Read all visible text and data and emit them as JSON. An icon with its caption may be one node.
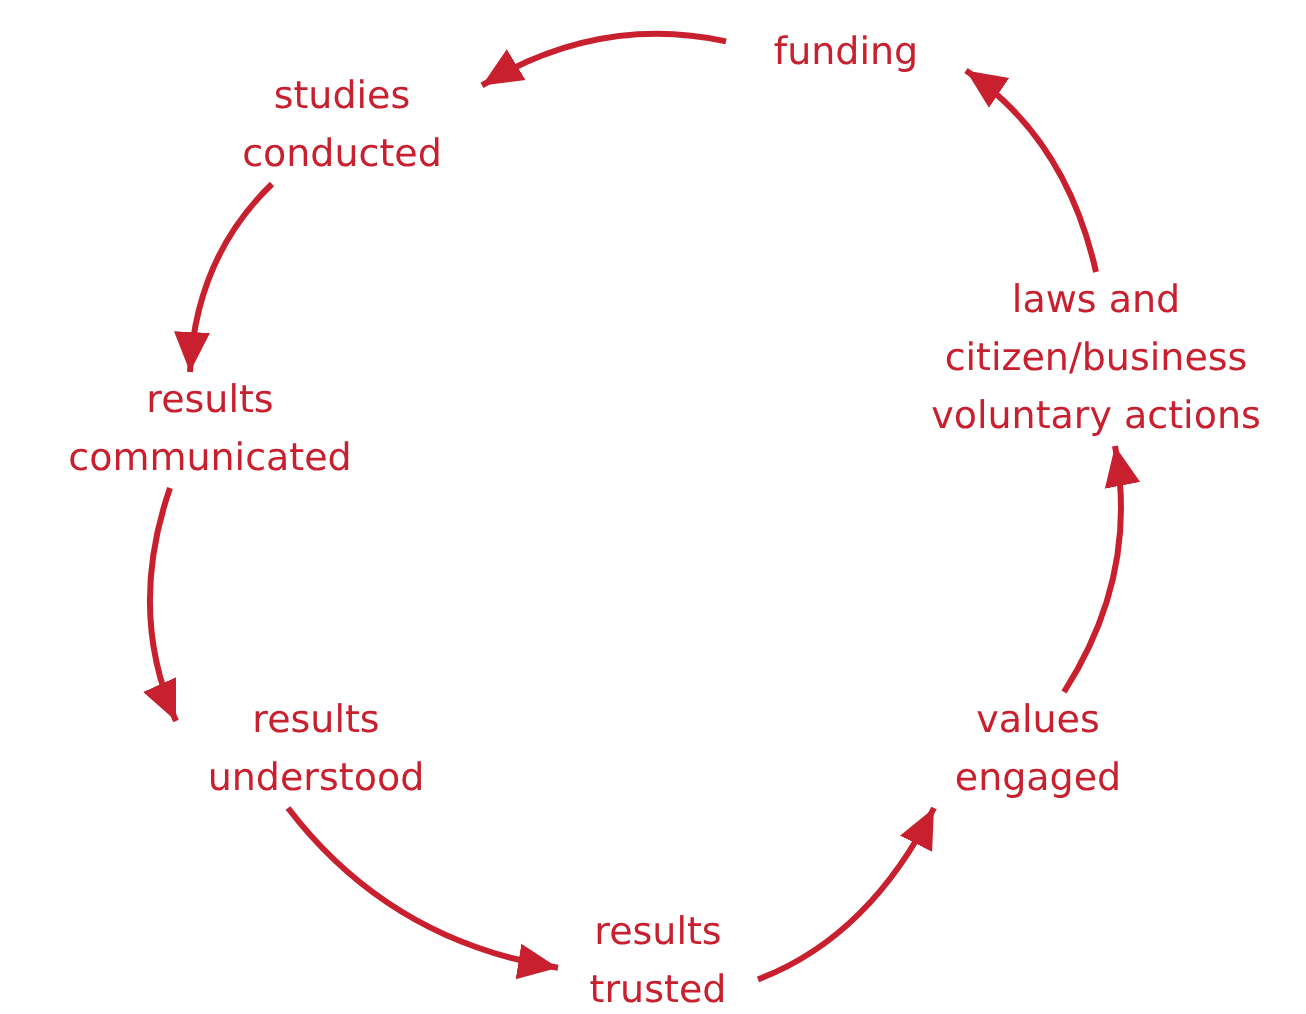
{
  "diagram": {
    "nodes": [
      {
        "text": [
          "funding"
        ]
      },
      {
        "text": [
          "studies conducted"
        ]
      },
      {
        "text": [
          "results communicated"
        ]
      },
      {
        "text": [
          "results understood"
        ]
      },
      {
        "text": [
          "results trusted"
        ]
      },
      {
        "text": [
          "values engaged"
        ]
      },
      {
        "text": [
          "laws and citizen/business voluntary actions"
        ]
      }
    ],
    "edges": [
      {
        "from": 0,
        "to": 1,
        "arrow": "to"
      },
      {
        "from": 1,
        "to": 2,
        "arrow": "to"
      },
      {
        "from": 2,
        "to": 3,
        "arrow": "to"
      },
      {
        "from": 3,
        "to": 4,
        "arrow": "to"
      },
      {
        "from": 4,
        "to": 5,
        "arrow": "to"
      },
      {
        "from": 5,
        "to": 6,
        "arrow": "to"
      },
      {
        "from": 6,
        "to": 0,
        "arrow": "to"
      }
    ]
  }
}
